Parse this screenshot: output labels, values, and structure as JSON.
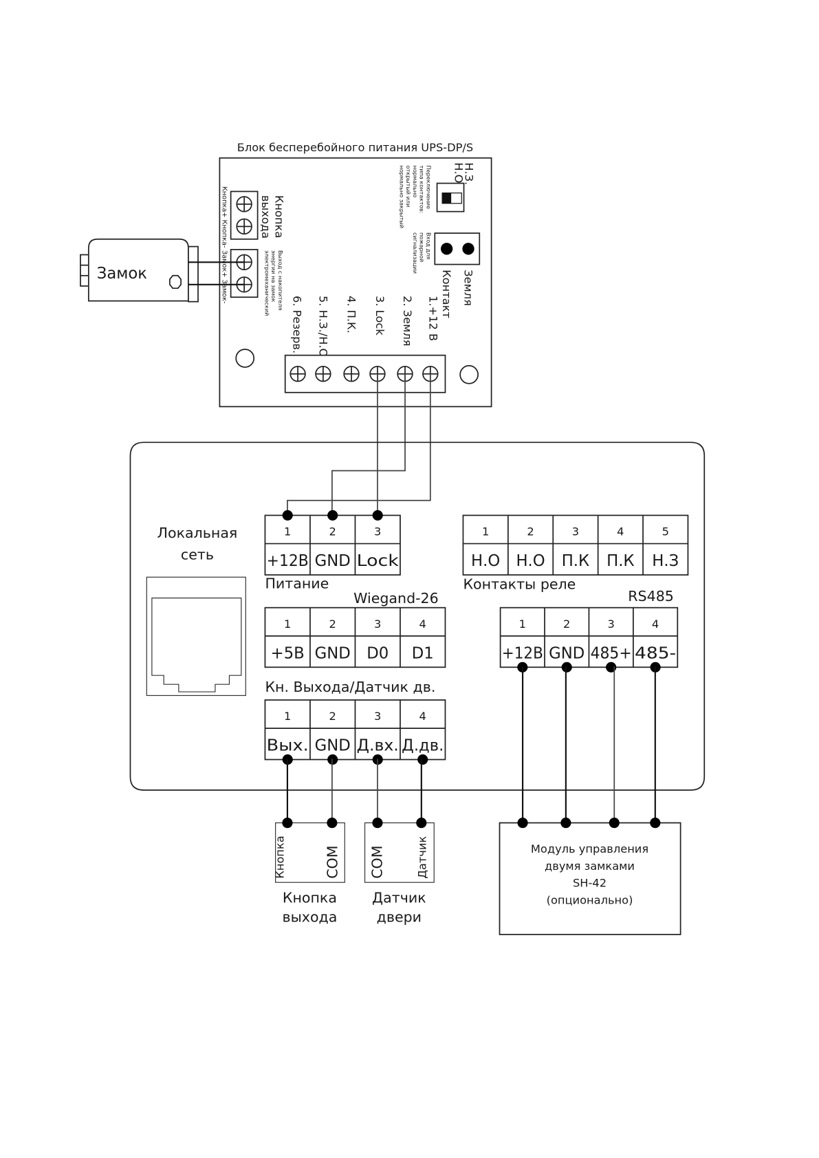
{
  "ups": {
    "title": "Блок бесперебойного питания UPS-DP/S",
    "exit_button_label_1": "Кнопка",
    "exit_button_label_2": "выхода",
    "exit_button_pins": "Кнопка+ Кнопка-",
    "lock_pins": "Замок+ Замок-",
    "lock_output_desc_1": "Выход с накопителя",
    "lock_output_desc_2": "энергии на замок",
    "lock_output_desc_3": "электромеханический",
    "switch_nc": "Н.З.",
    "switch_no": "Н.О.",
    "switch_desc_1": "Переключение",
    "switch_desc_2": "типа контактов:",
    "switch_desc_3": "нормально",
    "switch_desc_4": "открытый или",
    "switch_desc_5": "нормально закрытый",
    "fire_desc_1": "Вход для",
    "fire_desc_2": "пожарной",
    "fire_desc_3": "сигнализации",
    "fire_contact": "Контакт",
    "fire_ground": "Земля",
    "terminals": [
      "1.+12 В",
      "2. Земля",
      "3. Lock",
      "4. П.К.",
      "5. Н.З./Н.О.",
      "6. Резерв."
    ]
  },
  "lock": {
    "label": "Замок"
  },
  "controller": {
    "lan_label_1": "Локальная",
    "lan_label_2": "сеть",
    "power": {
      "caption": "Питание",
      "numbers": [
        "1",
        "2",
        "3"
      ],
      "pins": [
        "+12В",
        "GND",
        "Lock"
      ]
    },
    "relay": {
      "caption": "Контакты реле",
      "numbers": [
        "1",
        "2",
        "3",
        "4",
        "5"
      ],
      "pins": [
        "Н.О",
        "Н.О",
        "П.К",
        "П.К",
        "Н.З"
      ]
    },
    "wiegand": {
      "caption": "Wiegand-26",
      "numbers": [
        "1",
        "2",
        "3",
        "4"
      ],
      "pins": [
        "+5В",
        "GND",
        "D0",
        "D1"
      ]
    },
    "rs485": {
      "caption": "RS485",
      "numbers": [
        "1",
        "2",
        "3",
        "4"
      ],
      "pins": [
        "+12В",
        "GND",
        "485+",
        "485-"
      ]
    },
    "exit": {
      "caption": "Кн. Выхода/Датчик дв.",
      "numbers": [
        "1",
        "2",
        "3",
        "4"
      ],
      "pins": [
        "Вых.",
        "GND",
        "Д.вх.",
        "Д.дв."
      ]
    }
  },
  "exit_button": {
    "pin_1": "Кнопка",
    "pin_2": "COM",
    "label_1": "Кнопка",
    "label_2": "выхода"
  },
  "door_sensor": {
    "pin_1": "COM",
    "pin_2": "Датчик",
    "label_1": "Датчик",
    "label_2": "двери"
  },
  "module": {
    "line_1": "Модуль управления",
    "line_2": "двумя замками",
    "line_3": "SH-42",
    "line_4": "(опционально)"
  }
}
